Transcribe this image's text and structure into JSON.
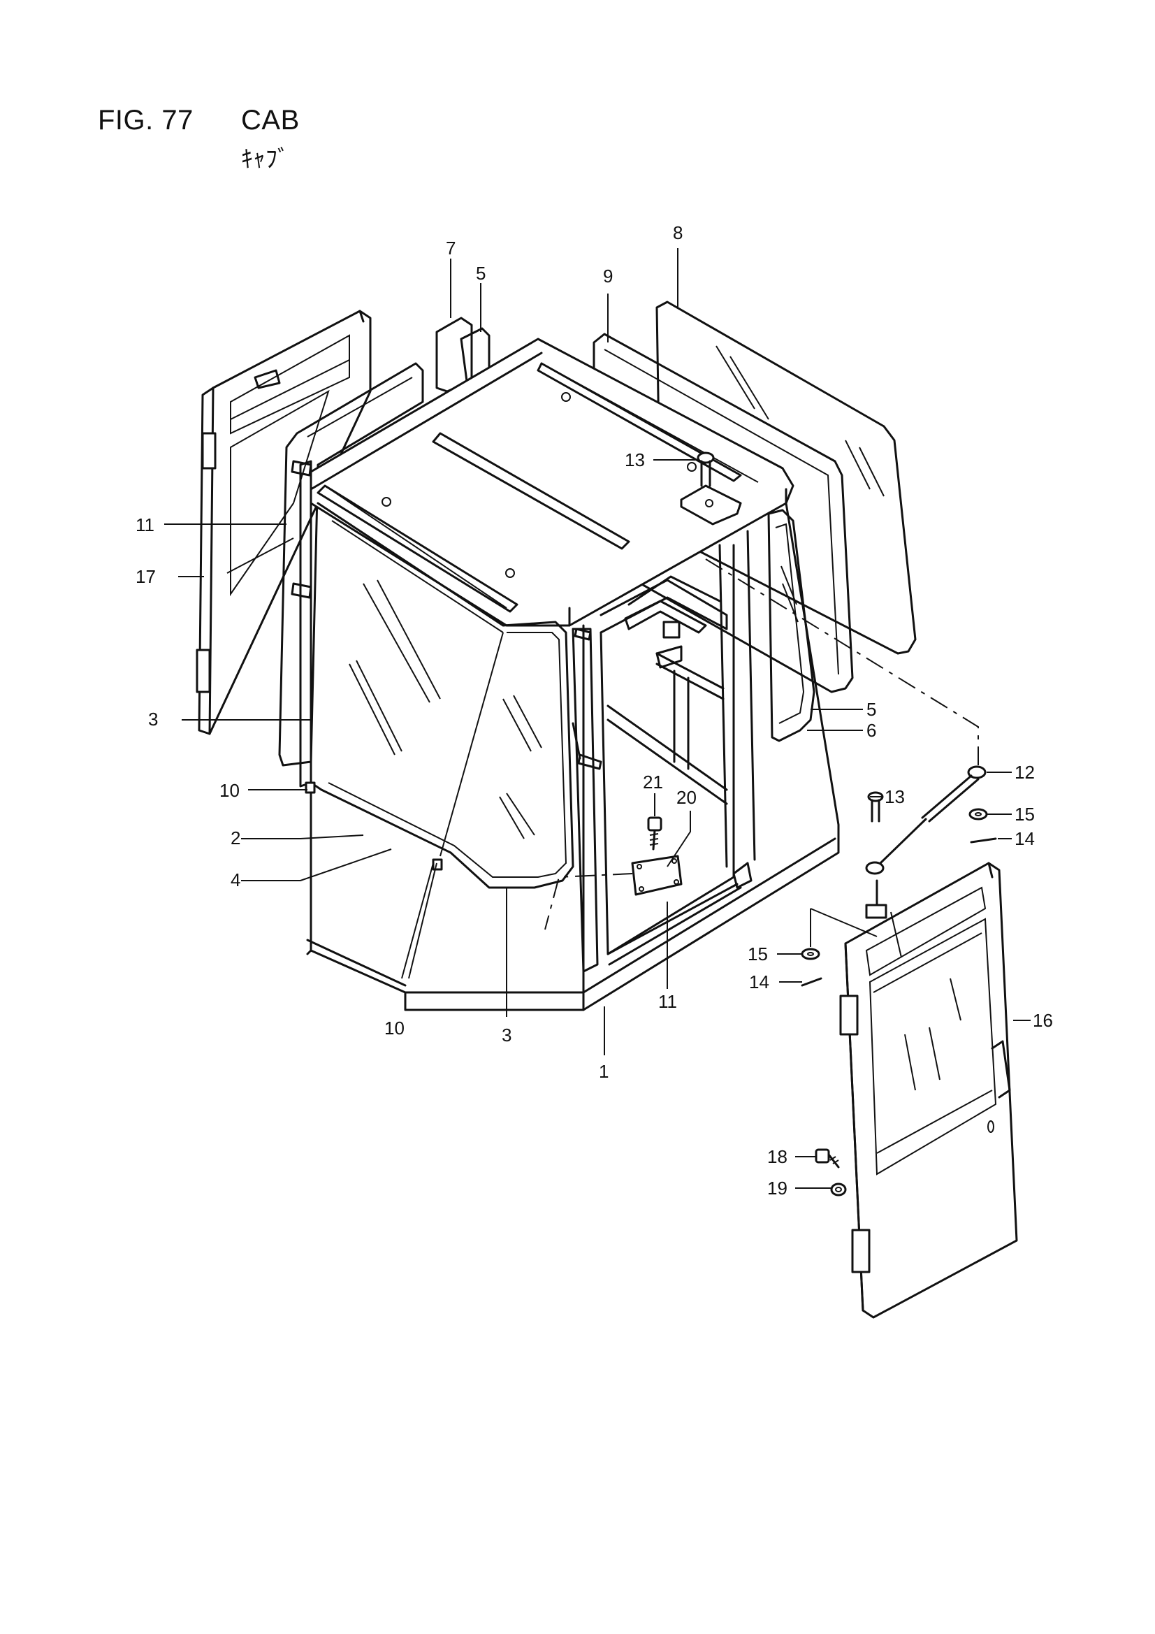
{
  "header": {
    "figure": "FIG. 77",
    "title": "CAB",
    "subtitle": "ｷｬﾌﾞ"
  },
  "callouts": [
    "1",
    "2",
    "3",
    "3",
    "4",
    "5",
    "5",
    "6",
    "7",
    "8",
    "9",
    "10",
    "10",
    "11",
    "11",
    "12",
    "13",
    "13",
    "14",
    "14",
    "15",
    "15",
    "16",
    "17",
    "18",
    "19",
    "20",
    "21"
  ]
}
